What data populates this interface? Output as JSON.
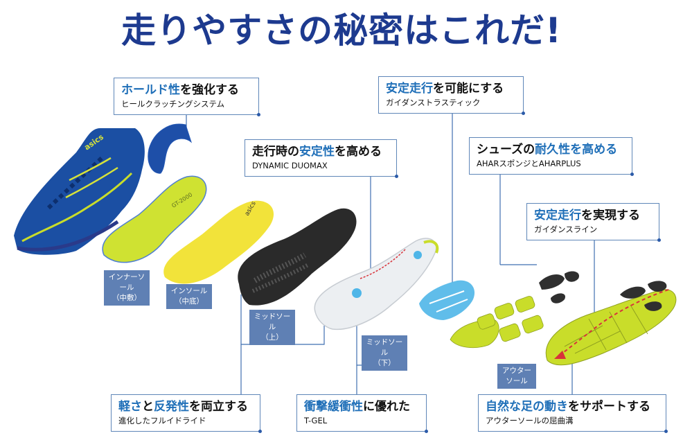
{
  "title": "走りやすさの秘密はこれだ!",
  "callouts": {
    "hold": {
      "hl": "ホールド性",
      "rest": "を強化する",
      "sub": "ヒールクラッチングシステム"
    },
    "guide": {
      "hl": "安定走行",
      "rest": "を可能にする",
      "sub": "ガイダンストラスティック"
    },
    "stability": {
      "pre": "走行時の",
      "hl": "安定性",
      "rest": "を高める",
      "sub": "DYNAMIC DUOMAX"
    },
    "durability": {
      "pre": "シューズの",
      "hl": "耐久性を高める",
      "sub": "AHARスポンジとAHARPLUS"
    },
    "guideline": {
      "hl": "安定走行",
      "rest": "を実現する",
      "sub": "ガイダンスライン"
    },
    "light": {
      "hl1": "軽さ",
      "mid": "と",
      "hl2": "反発性",
      "rest": "を両立する",
      "sub": "進化したフルイドライド"
    },
    "cushion": {
      "hl": "衝撃緩衝性",
      "rest": "に優れた",
      "sub": "T-GEL"
    },
    "natural": {
      "hl": "自然な足の動き",
      "rest": "をサポートする",
      "sub": "アウターソールの屈曲溝"
    }
  },
  "tags": {
    "inner_sole": [
      "インナーソール",
      "（中敷）"
    ],
    "insole": [
      "インソール",
      "（中底）"
    ],
    "midsole_top": [
      "ミッドソール",
      "（上）"
    ],
    "midsole_bottom": [
      "ミッドソール",
      "（下）"
    ],
    "outsole": [
      "アウター",
      "ソール"
    ]
  },
  "print": {
    "insole_brand": "GT-2000",
    "insole2_brand": "asics"
  },
  "colors": {
    "title": "#1d3a8f",
    "highlight": "#1f6fb8",
    "line": "#3f6fb0",
    "tag": "#5f80b4",
    "shoe_blue": "#1b4fa3",
    "lime": "#c9dd2a",
    "yellow": "#f2e33a",
    "dark": "#2a2a2a",
    "gel": "#4fb6e8"
  }
}
